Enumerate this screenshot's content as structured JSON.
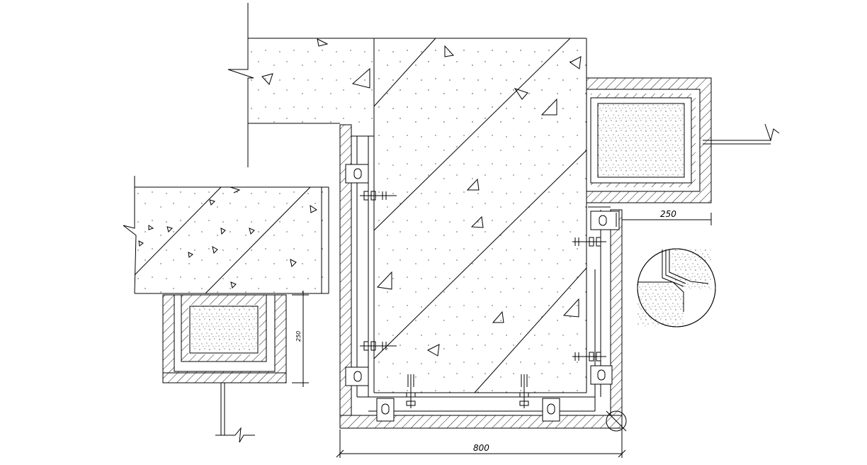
{
  "drawing": {
    "dimensions": {
      "bottom_width": "800",
      "side_plate_width": "250",
      "left_detail_height": "250"
    },
    "colors": {
      "line": "#000000",
      "background": "#ffffff"
    }
  }
}
